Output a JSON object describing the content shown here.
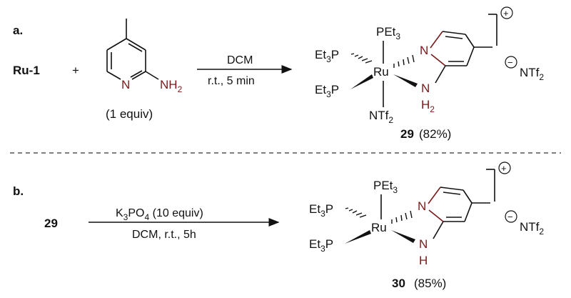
{
  "scheme_a": {
    "label": "a.",
    "reactant": "Ru-1",
    "plus": "+",
    "amine_N": "N",
    "amine_NH": "NH",
    "amine_NH_sub": "2",
    "amine_equiv": "(1 equiv)",
    "conditions_top": "DCM",
    "conditions_bottom": "r.t., 5 min",
    "product": {
      "Ru": "Ru",
      "PEt3_top": "PEt",
      "PEt3_top_sub": "3",
      "Et3P_upper": "Et",
      "Et3P_upper_sub": "3",
      "Et3P_upper_P": "P",
      "Et3P_lower": "Et",
      "Et3P_lower_sub": "3",
      "Et3P_lower_P": "P",
      "NTf2_bottom": "NTf",
      "NTf2_bottom_sub": "2",
      "N_ring": "N",
      "N_amine": "N",
      "H2": "H",
      "H2_sub": "2",
      "charge_plus": "+",
      "charge_minus": "−",
      "counterion": "NTf",
      "counterion_sub": "2",
      "number": "29",
      "yield": "(82%)"
    }
  },
  "scheme_b": {
    "label": "b.",
    "reactant": "29",
    "conditions_top_K": "K",
    "conditions_top_K_sub": "3",
    "conditions_top_PO": "PO",
    "conditions_top_PO_sub": "4",
    "conditions_top_rest": " (10 equiv)",
    "conditions_bottom": "DCM, r.t., 5h",
    "product": {
      "Ru": "Ru",
      "PEt3_top": "PEt",
      "PEt3_top_sub": "3",
      "Et3P_upper": "Et",
      "Et3P_upper_sub": "3",
      "Et3P_upper_P": "P",
      "Et3P_lower": "Et",
      "Et3P_lower_sub": "3",
      "Et3P_lower_P": "P",
      "N_ring": "N",
      "N_amine": "N",
      "H": "H",
      "charge_plus": "+",
      "charge_minus": "−",
      "counterion": "NTf",
      "counterion_sub": "2",
      "number": "30",
      "yield": "(85%)"
    }
  },
  "colors": {
    "text": "#111111",
    "heteroatom": "#7a1a1a",
    "divider": "#333333"
  }
}
